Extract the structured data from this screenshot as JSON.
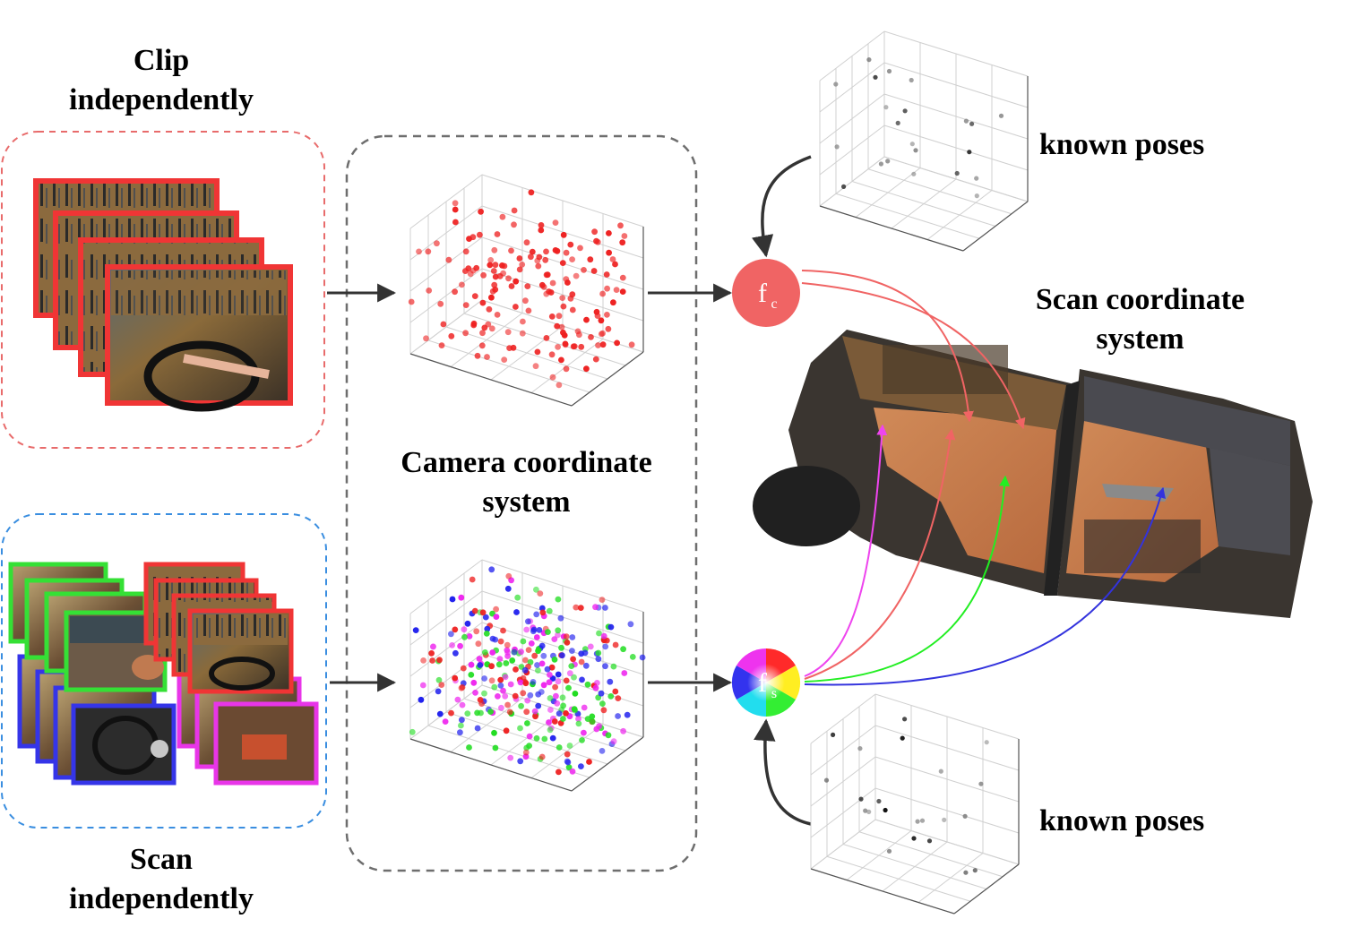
{
  "labels": {
    "clip_line1": "Clip",
    "clip_line2": "independently",
    "scan_line1": "Scan",
    "scan_line2": "independently",
    "camera_line1": "Camera coordinate",
    "camera_line2": "system",
    "scan_cs_line1": "Scan coordinate",
    "scan_cs_line2": "system",
    "known_poses_top": "known poses",
    "known_poses_bottom": "known poses"
  },
  "nodes": {
    "fc": {
      "main": "f",
      "sub": "c"
    },
    "fs": {
      "main": "f",
      "sub": "s"
    }
  },
  "colors": {
    "clip_box": "#e86b6b",
    "scan_box": "#3a8ee0",
    "camera_box": "#6e6e6e",
    "fc_node": "#f06464",
    "frame_red": "#f03535",
    "frame_green": "#35e035",
    "frame_blue": "#3535e8",
    "frame_magenta": "#e835e8",
    "arrow": "#333333"
  },
  "icons": {
    "video_frame": "video-frame-icon",
    "scene_mesh": "scene-mesh-icon",
    "scatter_plot": "scatter-3d-icon"
  }
}
